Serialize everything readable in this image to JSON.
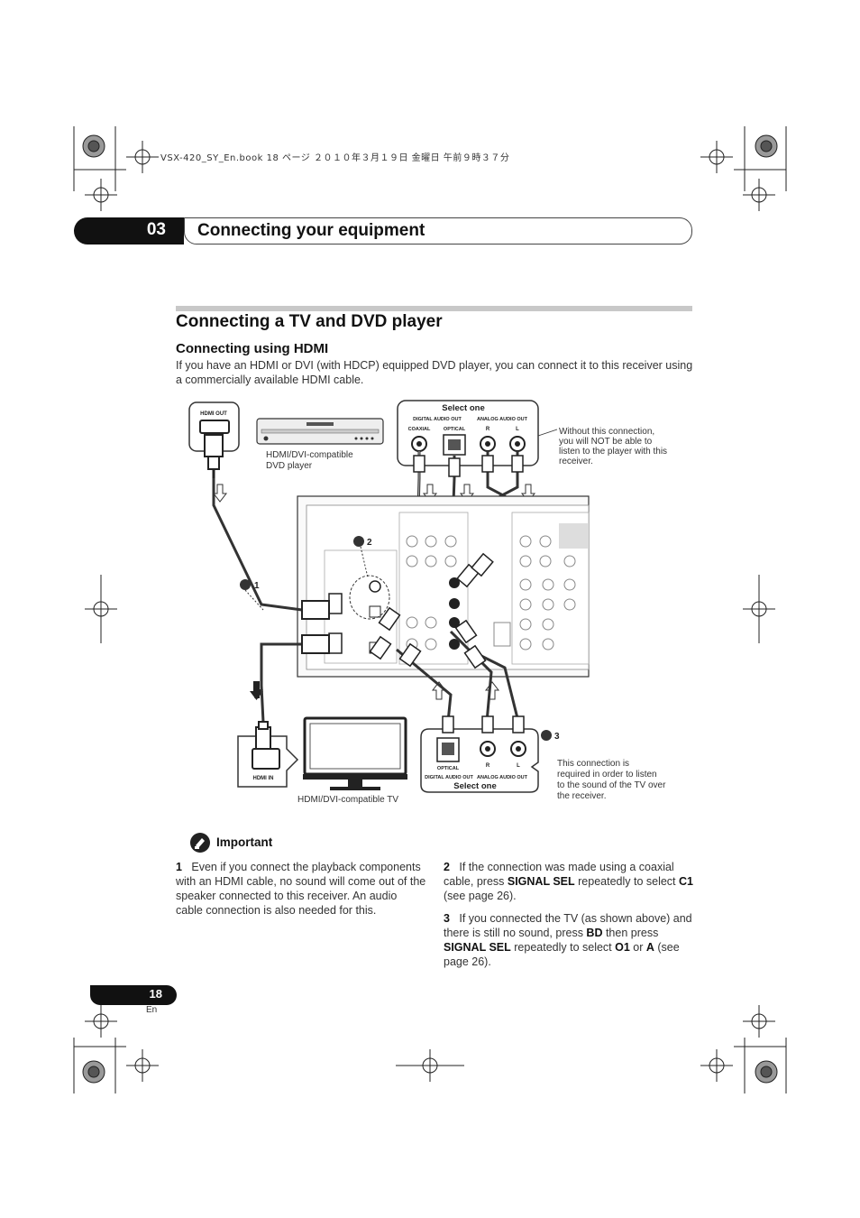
{
  "running_header": "VSX-420_SY_En.book  18 ページ  ２０１０年３月１９日  金曜日  午前９時３７分",
  "chapter": {
    "number": "03",
    "title": "Connecting your equipment"
  },
  "section_title": "Connecting a TV and DVD player",
  "subsection_title": "Connecting using HDMI",
  "intro_text": "If you have an HDMI or DVI (with HDCP) equipped DVD player, you can connect it to this receiver using a commercially available HDMI cable.",
  "diagram": {
    "hdmi_out": "HDMI OUT",
    "hdmi_in": "HDMI IN",
    "dvd_caption": [
      "HDMI/DVI-compatible",
      "DVD player"
    ],
    "tv_caption": "HDMI/DVI-compatible TV",
    "select_one": "Select one",
    "digital_audio_out": "DIGITAL AUDIO OUT",
    "analog_audio_out": "ANALOG AUDIO OUT",
    "coaxial": "COAXIAL",
    "optical": "OPTICAL",
    "r": "R",
    "l": "L",
    "note_without": [
      "Without this connection,",
      "you will NOT be able to",
      "listen to the player with this",
      "receiver."
    ],
    "note_required": [
      "This connection is",
      "required in order to listen",
      "to the sound of the TV over",
      "the receiver."
    ],
    "marker_1": "1",
    "marker_2": "2",
    "marker_3": "3"
  },
  "important": {
    "title": "Important",
    "note1": {
      "num": "1",
      "text": "Even if you connect the playback components with an HDMI cable, no sound will come out of the speaker connected to this receiver. An audio cable connection is also needed for this."
    },
    "note2": {
      "num": "2",
      "pre": "If the connection was made using a coaxial cable, press ",
      "k1": "SIGNAL SEL",
      "mid": " repeatedly to select ",
      "k2": "C1",
      "post": " (see page 26)."
    },
    "note3": {
      "num": "3",
      "pre": "If you connected the TV (as shown above) and there is still no sound, press ",
      "k1": "BD",
      "mid1": " then press ",
      "k2": "SIGNAL SEL",
      "mid2": " repeatedly to select ",
      "k3": "O1",
      "mid3": " or ",
      "k4": "A",
      "post": " (see page 26)."
    }
  },
  "footer": {
    "page": "18",
    "lang": "En"
  }
}
